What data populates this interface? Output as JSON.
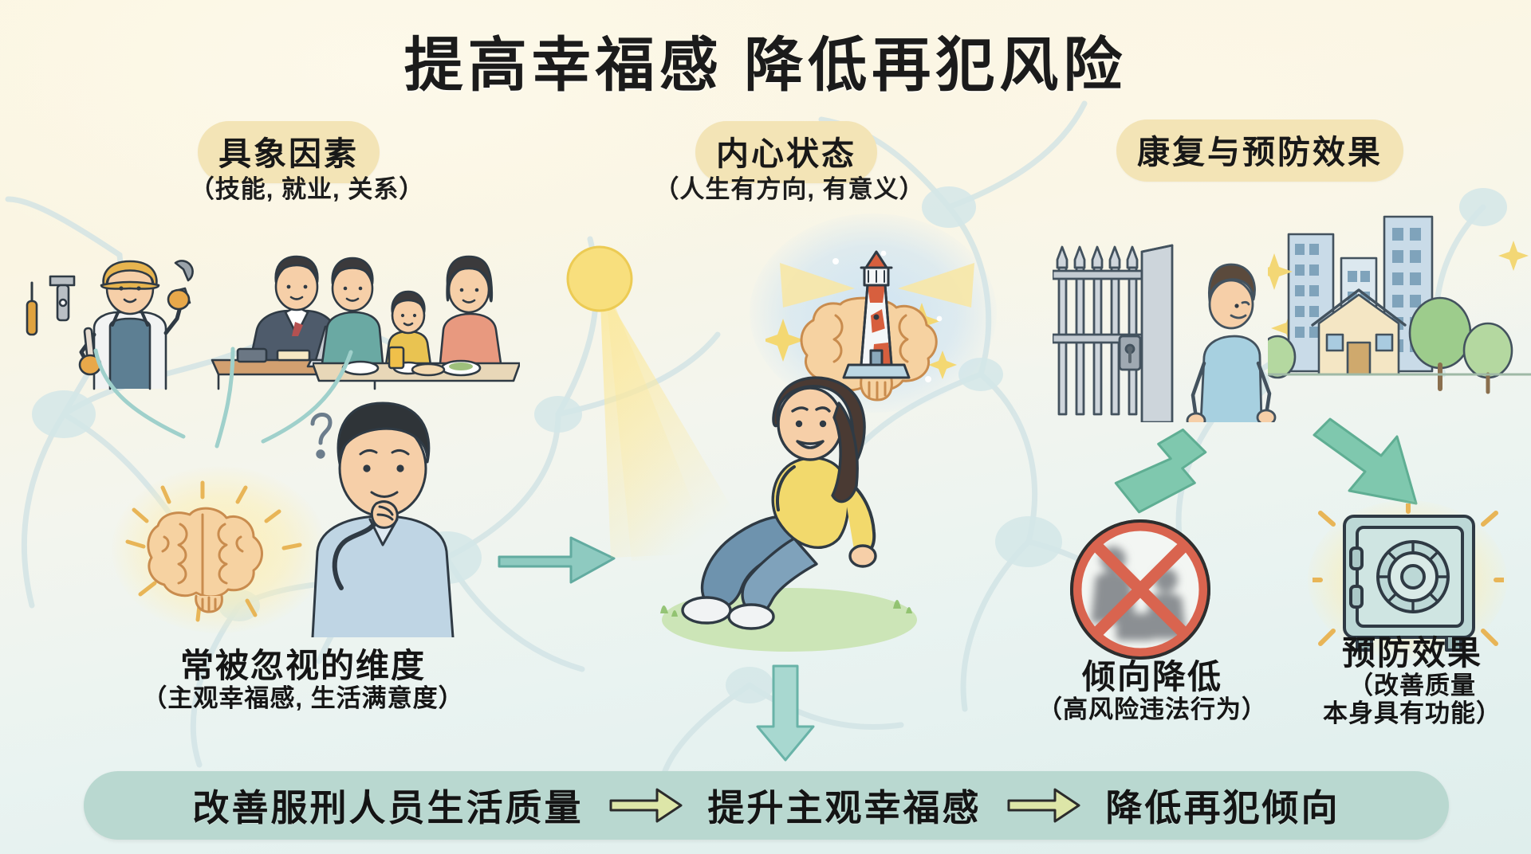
{
  "title": "提高幸福感  降低再犯风险",
  "palette": {
    "background_top": "#fbf6e2",
    "background_bottom": "#dfeeec",
    "pill_bg": "#f3e4b6",
    "banner_bg": "#b9d8d0",
    "arrow_teal": "#7cc3b6",
    "arrow_green": "#86c9a6",
    "banner_arrow": "#dde6a8",
    "text": "#151515",
    "brain": "#f6d3a7",
    "glow_yellow": "#fbe9a8",
    "prohibit_red": "#d9644f",
    "safe_teal": "#bcd8d6",
    "neuron_line": "#cfe2e4"
  },
  "columns": [
    {
      "id": "concrete",
      "pill": "具象因素",
      "subtitle": "（技能, 就业, 关系）",
      "caption_line1": "常被忽视的维度",
      "caption_line2": "（主观幸福感, 生活满意度）",
      "icons": [
        "worker-with-wrench",
        "office-worker-at-laptop",
        "family-at-dinner",
        "glowing-brain",
        "thinking-man"
      ]
    },
    {
      "id": "inner-state",
      "pill": "内心状态",
      "subtitle": "（人生有方向, 有意义）",
      "icons": [
        "sun",
        "brain-with-lighthouse",
        "seated-smiling-woman"
      ]
    },
    {
      "id": "outcome",
      "pill": "康复与预防效果",
      "subtitle": "",
      "icons": [
        "open-prison-gate-man-leaving",
        "city-and-houses",
        "prohibition-sign",
        "glowing-safe"
      ]
    }
  ],
  "captions": [
    {
      "id": "overlooked-dimension",
      "line1": "常被忽视的维度",
      "line2": "（主观幸福感, 生活满意度）"
    },
    {
      "id": "tendency-reduced",
      "line1": "倾向降低",
      "line2": "（高风险违法行为）"
    },
    {
      "id": "prevention-effect",
      "line1": "预防效果",
      "line2": "（改善质量",
      "line3": "本身具有功能）"
    }
  ],
  "banner": {
    "step1": "改善服刑人员生活质量",
    "arrow1": "⟹",
    "step2": "提升主观幸福感",
    "arrow2": "⟹",
    "step3": "降低再犯倾向"
  },
  "arrows": [
    {
      "id": "concrete-to-inner",
      "direction": "right",
      "color": "#7cc3b6"
    },
    {
      "id": "inner-to-banner",
      "direction": "down",
      "color": "#7cc3b6"
    },
    {
      "id": "gate-to-city",
      "direction": "right",
      "color": "#86c9a6"
    },
    {
      "id": "gate-to-prohibition",
      "direction": "down-left",
      "color": "#6fc4a8"
    },
    {
      "id": "city-to-safe",
      "direction": "down-right",
      "color": "#6fc4a8"
    }
  ]
}
